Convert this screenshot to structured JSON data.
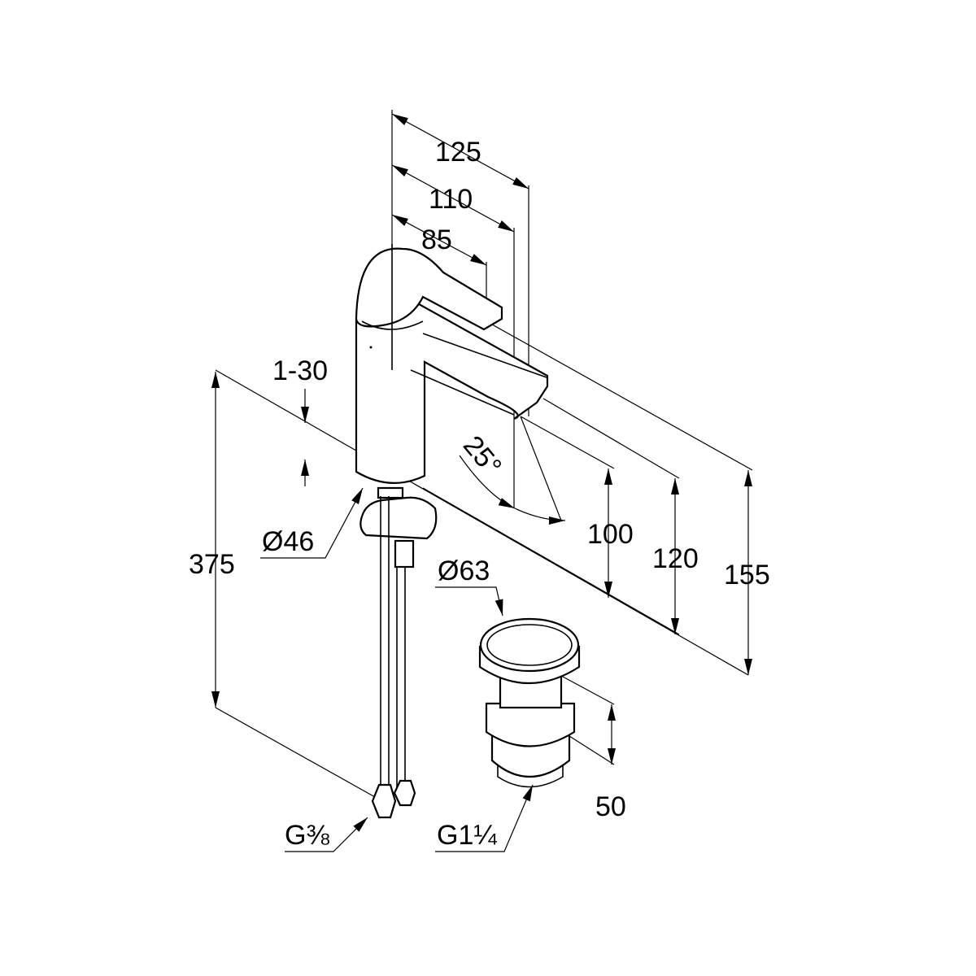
{
  "dimensions": {
    "width_125": "125",
    "width_110": "110",
    "width_85": "85",
    "angle": "25°",
    "height_100": "100",
    "height_120": "120",
    "height_155": "155",
    "height_375": "375",
    "mounting_thickness": "1-30",
    "body_diameter": "Ø46",
    "waste_diameter": "Ø63",
    "waste_height": "50",
    "hose_thread": "G⅜",
    "waste_thread": "G1¼"
  },
  "colors": {
    "line": "#000000",
    "background": "#ffffff"
  }
}
